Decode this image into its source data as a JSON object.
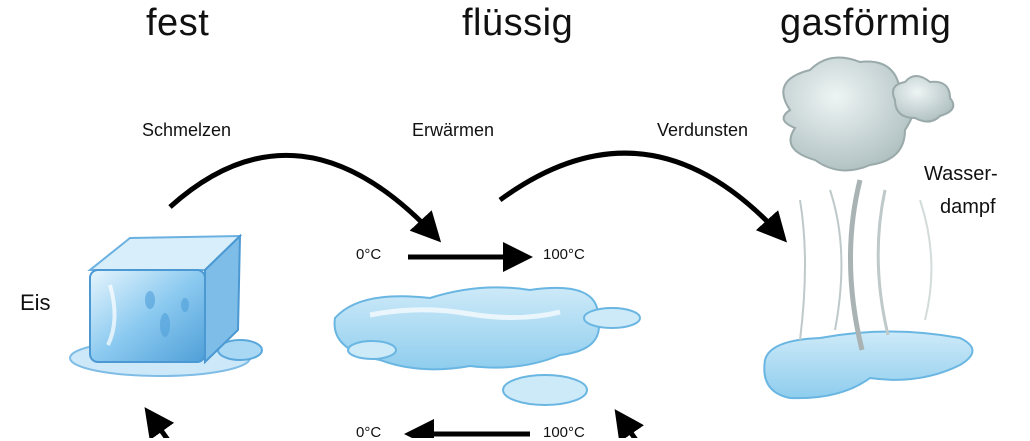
{
  "headings": {
    "solid": "fest",
    "liquid": "flüssig",
    "gas": "gasförmig"
  },
  "processes": {
    "melting": "Schmelzen",
    "heating": "Erwärmen",
    "evaporating": "Verdunsten"
  },
  "states": {
    "ice": "Eis",
    "vapor_line1": "Wasser-",
    "vapor_line2": "dampf"
  },
  "temperatures": {
    "top_start": "0°C",
    "top_end": "100°C",
    "bottom_start": "0°C",
    "bottom_end": "100°C"
  },
  "colors": {
    "ice_light": "#d6eefb",
    "ice_mid": "#8ccaf0",
    "ice_dark": "#4f9fd8",
    "water_light": "#e3f4fc",
    "water_mid": "#a9dcf3",
    "cloud": "#c4d4d4",
    "arrow": "#000000"
  },
  "icons": {
    "ice": "ice-cube-illustration",
    "water": "water-puddle-illustration",
    "vapor": "steam-cloud-illustration"
  }
}
